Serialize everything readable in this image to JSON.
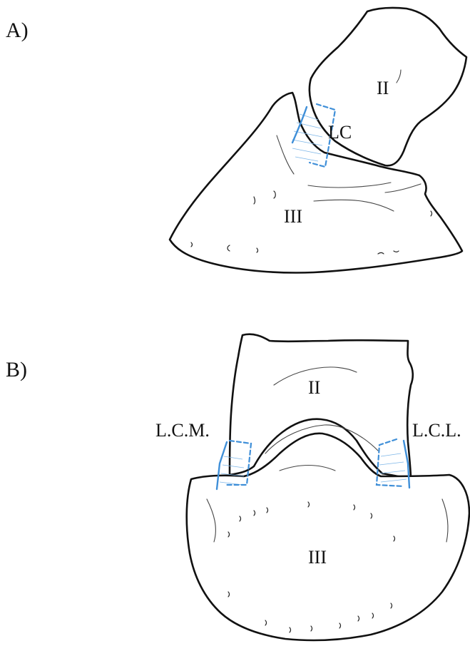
{
  "panels": [
    {
      "label": "A)",
      "bones": {
        "upper": "II",
        "lower": "III"
      },
      "ligaments": [
        "LC"
      ]
    },
    {
      "label": "B)",
      "bones": {
        "upper": "II",
        "lower": "III"
      },
      "ligaments": [
        "L.C.M.",
        "L.C.L."
      ]
    }
  ],
  "colors": {
    "outline": "#111111",
    "ligament": "#3f8fd8",
    "background": "#ffffff"
  }
}
